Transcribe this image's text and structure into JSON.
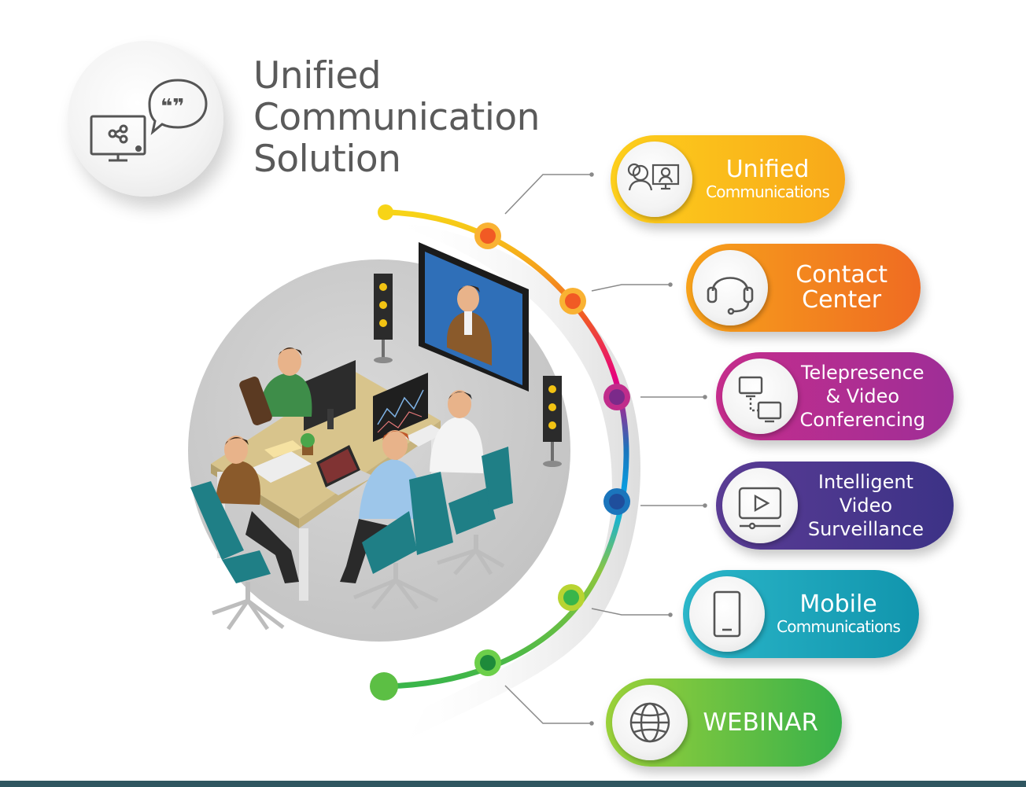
{
  "title": {
    "line1": "Unified",
    "line2": "Communication",
    "line3": "Solution"
  },
  "hero_icons": [
    "monitor-share-icon",
    "speech-bubble-quote-icon"
  ],
  "solutions": [
    {
      "line1": "Unified",
      "line2": "Communications",
      "icon": "video-call-users-icon",
      "color": "#f9b41a"
    },
    {
      "line1": "Contact",
      "line2": "Center",
      "icon": "headset-icon",
      "color": "#f28a1f"
    },
    {
      "line1": "Telepresence",
      "line2": "& Video",
      "line3": "Conferencing",
      "icon": "linked-screens-icon",
      "color": "#b22e91"
    },
    {
      "line1": "Intelligent",
      "line2": "Video",
      "line3": "Surveillance",
      "icon": "video-player-icon",
      "color": "#4a368e"
    },
    {
      "line1": "Mobile",
      "line2": "Communications",
      "icon": "mobile-tablet-icon",
      "color": "#1ea8bd"
    },
    {
      "line1": "WEBINAR",
      "icon": "globe-icon",
      "color": "#5cbf44"
    }
  ],
  "illustration": "office-team-meeting-illustration",
  "connector_colors": [
    "#f7d417",
    "#f15a24",
    "#e6007e",
    "#00a0dc",
    "#8dc63f",
    "#39b54a"
  ]
}
